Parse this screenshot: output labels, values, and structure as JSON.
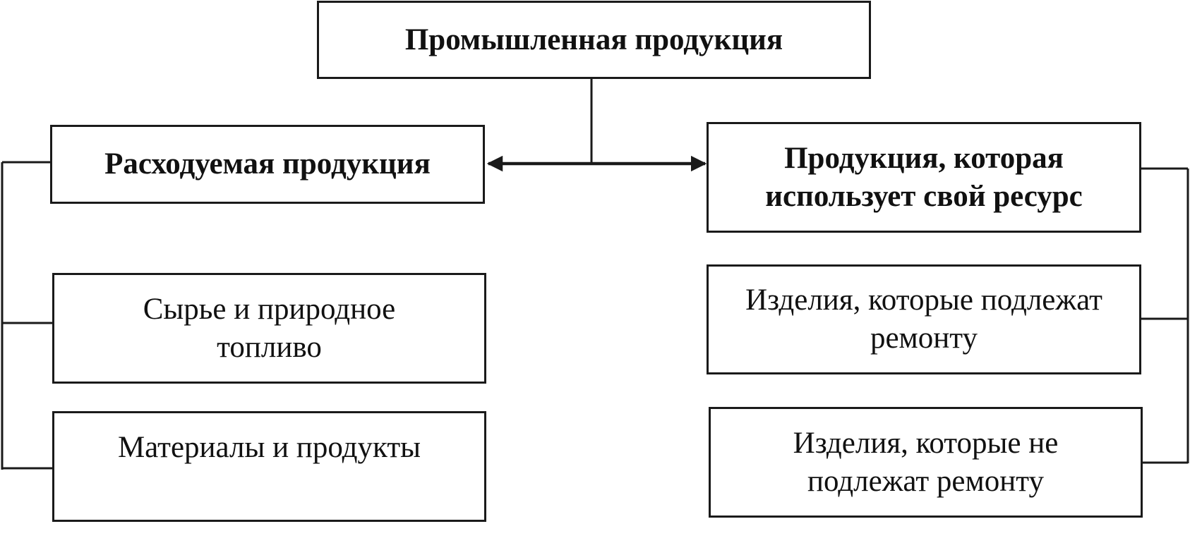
{
  "diagram": {
    "root": {
      "label": "Промышленная продукция"
    },
    "branches": [
      {
        "label": "Расходуемая продукция",
        "items": [
          "Сырье и природное топливо",
          "Материалы и продукты"
        ]
      },
      {
        "label": "Продукция, которая использует свой ресурс",
        "items": [
          "Изделия, которые подлежат ремонту",
          "Изделия, которые не подлежат ремонту"
        ]
      }
    ]
  }
}
